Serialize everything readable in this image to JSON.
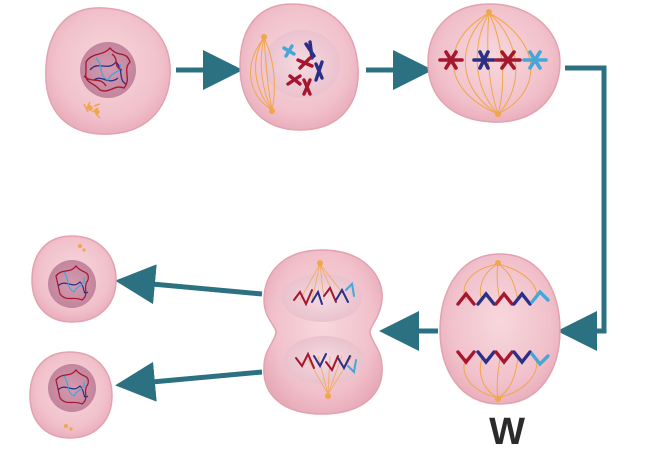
{
  "diagram": {
    "stage_label": "W",
    "colors": {
      "cell_fill": "#f3c6cf",
      "cell_edge": "#e3a2b0",
      "nucleus": "#c98ca3",
      "arrow": "#2c7181",
      "spindle": "#f0a64a",
      "chrom_red": "#a5162f",
      "chrom_navy": "#2c2f86",
      "chrom_blue": "#45a6d8"
    },
    "stages": [
      "interphase-cell",
      "prophase-cell",
      "metaphase-cell",
      "anaphase-cell",
      "telophase-cell",
      "daughter-cell-top",
      "daughter-cell-bottom"
    ]
  }
}
